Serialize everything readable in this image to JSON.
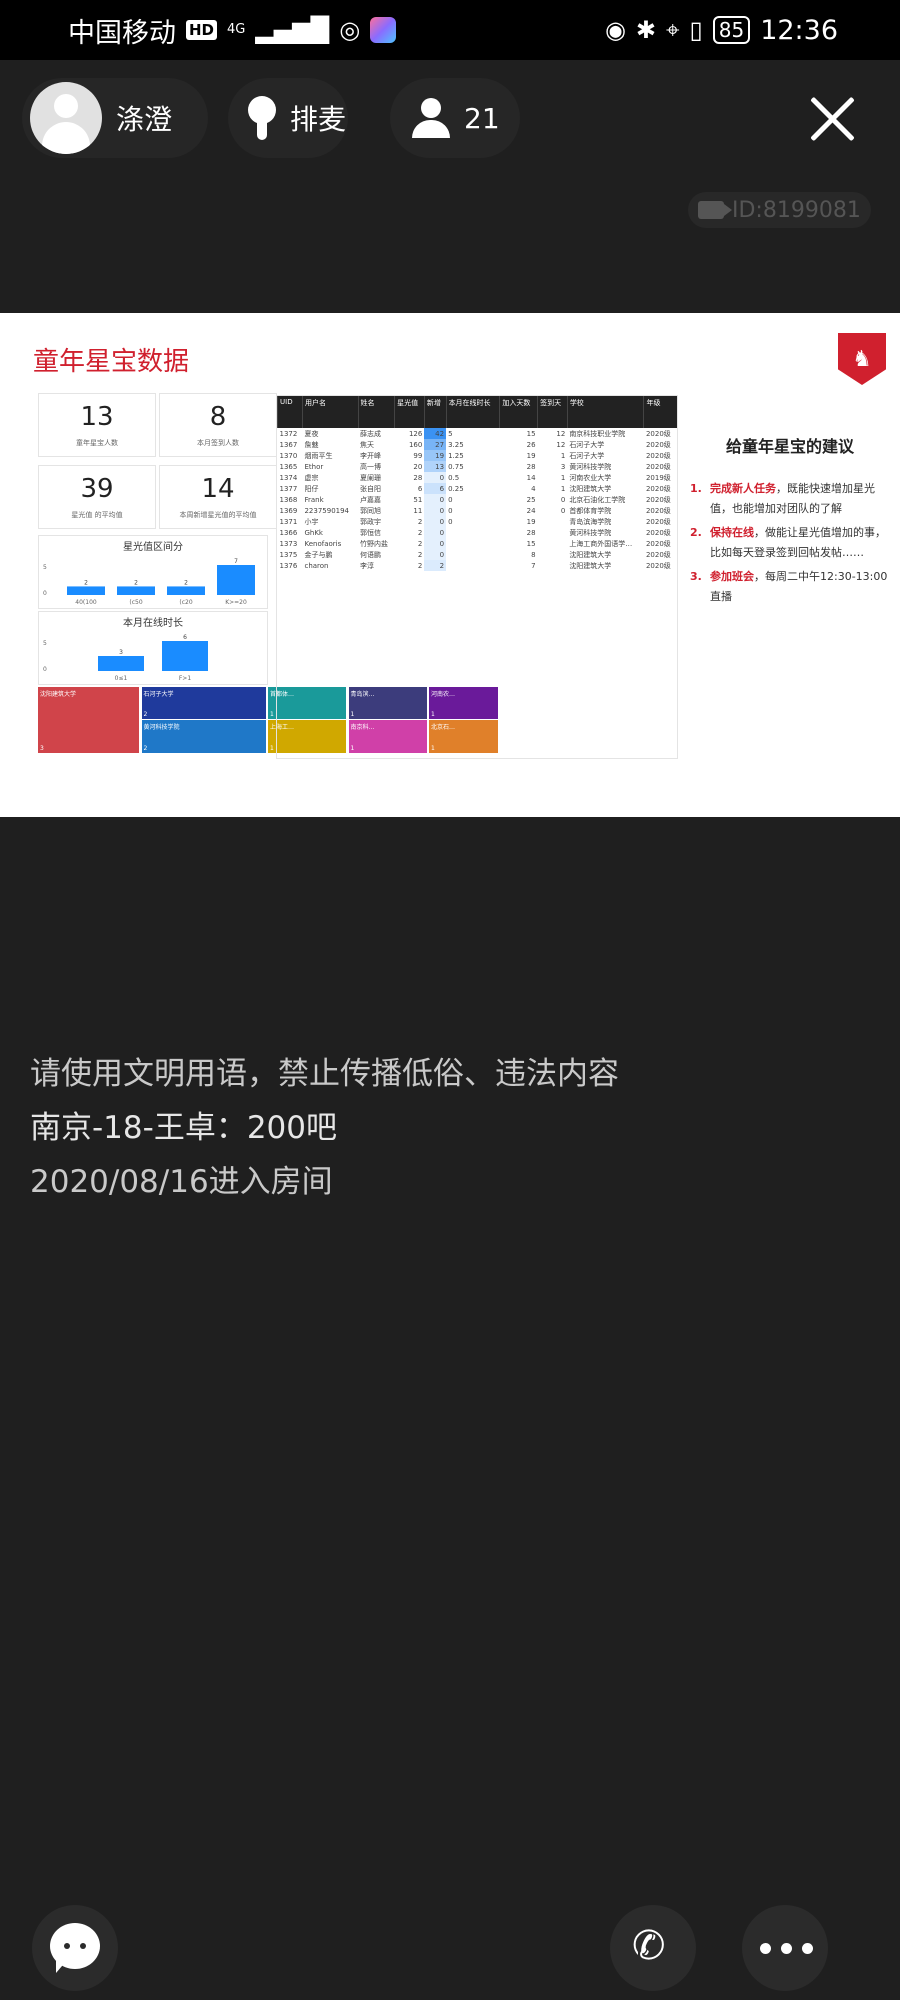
{
  "status_bar": {
    "carrier": "中国移动",
    "hd": "HD",
    "network": "4G",
    "battery": "85",
    "time": "12:36"
  },
  "header": {
    "username": "涤澄",
    "queue_label": "排麦",
    "viewer_count": "21",
    "room_id": "ID:8199081"
  },
  "slide": {
    "title": "童年星宝数据",
    "logo_icon": "msi-dragon-shield",
    "kpis": [
      {
        "value": "13",
        "label": "童年星宝人数"
      },
      {
        "value": "8",
        "label": "本月签到人数"
      },
      {
        "value": "39",
        "label": "星光值 的平均值"
      },
      {
        "value": "14",
        "label": "本周新增星光值的平均值"
      }
    ],
    "chart_star_range": {
      "title": "星光值区间分",
      "categories": [
        "40(100",
        "(c50",
        "(c20",
        "K>=20"
      ],
      "values": [
        2,
        2,
        2,
        7
      ],
      "value_labels": [
        "2",
        "2",
        "2",
        "7"
      ],
      "axis_labels": [
        "5",
        "0"
      ]
    },
    "chart_online_time": {
      "title": "本月在线时长",
      "categories": [
        "0≤1",
        "F>1"
      ],
      "values": [
        3,
        6
      ],
      "value_labels": [
        "3",
        "6"
      ],
      "axis_labels": [
        "5",
        "0"
      ]
    },
    "treemap": [
      {
        "label": "沈阳建筑大学",
        "count": "3",
        "color": "#d0444a"
      },
      {
        "label": "石河子大学",
        "count": "2",
        "color": "#1f3a9c"
      },
      {
        "label": "首都体…",
        "count": "1",
        "color": "#1a9a9a"
      },
      {
        "label": "青岛滨…",
        "count": "1",
        "color": "#3c3c7c"
      },
      {
        "label": "河南农…",
        "count": "1",
        "color": "#6a1a9a"
      },
      {
        "label": "黄河科技学院",
        "count": "2",
        "color": "#1f78c8"
      },
      {
        "label": "上海工…",
        "count": "1",
        "color": "#d0a800"
      },
      {
        "label": "南京科…",
        "count": "1",
        "color": "#d040a8"
      },
      {
        "label": "北京石…",
        "count": "1",
        "color": "#e0802a"
      }
    ],
    "table": {
      "headers": [
        "UID",
        "用户名",
        "姓名",
        "星光值",
        "新增",
        "本月在线时长",
        "加入天数",
        "签到天",
        "学校",
        "年级"
      ],
      "rows": [
        [
          "1372",
          "夏夜",
          "薛志成",
          "126",
          "42",
          "5",
          "15",
          "12",
          "南京科技职业学院",
          "2020级"
        ],
        [
          "1367",
          "詹魅",
          "焦天",
          "160",
          "27",
          "3.25",
          "26",
          "12",
          "石河子大学",
          "2020级"
        ],
        [
          "1370",
          "烟雨平生",
          "李开峰",
          "99",
          "19",
          "1.25",
          "19",
          "1",
          "石河子大学",
          "2020级"
        ],
        [
          "1365",
          "Ethor",
          "高一博",
          "20",
          "13",
          "0.75",
          "28",
          "3",
          "黄河科技学院",
          "2020级"
        ],
        [
          "1374",
          "虚宗",
          "夏阑珊",
          "28",
          "0",
          "0.5",
          "14",
          "1",
          "河南农业大学",
          "2019级"
        ],
        [
          "1377",
          "阳仔",
          "张自阳",
          "6",
          "6",
          "0.25",
          "4",
          "1",
          "沈阳建筑大学",
          "2020级"
        ],
        [
          "1368",
          "Frank",
          "卢嘉嘉",
          "51",
          "0",
          "0",
          "25",
          "0",
          "北京石油化工学院",
          "2020级"
        ],
        [
          "1369",
          "2237590194",
          "郭同旭",
          "11",
          "0",
          "0",
          "24",
          "0",
          "首都体育学院",
          "2020级"
        ],
        [
          "1371",
          "小宇",
          "郭政宇",
          "2",
          "0",
          "0",
          "19",
          "",
          "青岛滨海学院",
          "2020级"
        ],
        [
          "1366",
          "GhKk",
          "郭恒信",
          "2",
          "0",
          "",
          "28",
          "",
          "黄河科技学院",
          "2020级"
        ],
        [
          "1373",
          "Kenofaoris",
          "竹野内盐",
          "2",
          "0",
          "",
          "15",
          "",
          "上海工商外国语学…",
          "2020级"
        ],
        [
          "1375",
          "金子与鹏",
          "何语鹏",
          "2",
          "0",
          "",
          "8",
          "",
          "沈阳建筑大学",
          "2020级"
        ],
        [
          "1376",
          "charon",
          "李淳",
          "2",
          "2",
          "",
          "7",
          "",
          "沈阳建筑大学",
          "2020级"
        ]
      ]
    },
    "advice": {
      "title": "给童年星宝的建议",
      "items": [
        {
          "num": "1.",
          "highlight": "完成新人任务",
          "rest": "，既能快速增加星光值，也能增加对团队的了解"
        },
        {
          "num": "2.",
          "highlight": "保持在线",
          "rest": "，做能让星光值增加的事，比如每天登录签到回帖发帖……"
        },
        {
          "num": "3.",
          "highlight": "参加班会",
          "rest": "，每周二中午12:30-13:00直播"
        }
      ]
    }
  },
  "chat": {
    "notice": "请使用文明用语，禁止传播低俗、违法内容",
    "message": "南京-18-王卓：200吧",
    "entry": "2020/08/16进入房间"
  },
  "bottom_bar": {
    "chat_icon": "chat-bubble-icon",
    "phone_icon": "phone-call-icon",
    "more_icon": "more-dots-icon"
  }
}
